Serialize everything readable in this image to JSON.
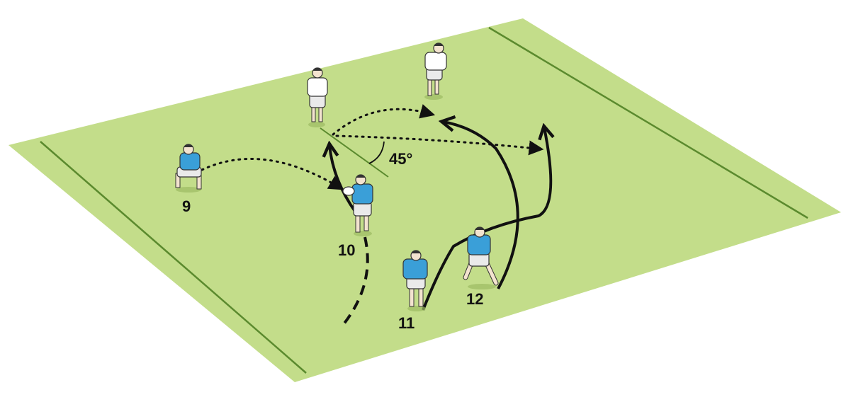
{
  "diagram": {
    "colors": {
      "pitch": "#c3dd8a",
      "pitch_line": "#5b8a2e",
      "attack_shirt": "#3a9fd8",
      "defence_shirt": "#ffffff",
      "shorts_attack": "#e8e8e8",
      "shorts_defence": "#e8e8e8",
      "path": "#111111"
    },
    "labels": {
      "player_9": "9",
      "player_10": "10",
      "player_11": "11",
      "player_12": "12",
      "angle": "45°"
    },
    "players": [
      {
        "role": "defender",
        "number": ""
      },
      {
        "role": "defender",
        "number": ""
      },
      {
        "role": "attacker",
        "number": "9"
      },
      {
        "role": "attacker",
        "number": "10"
      },
      {
        "role": "attacker",
        "number": "11"
      },
      {
        "role": "attacker",
        "number": "12"
      }
    ],
    "path_styles": {
      "pass": "dotted",
      "run": "solid",
      "approach": "dashed"
    }
  }
}
